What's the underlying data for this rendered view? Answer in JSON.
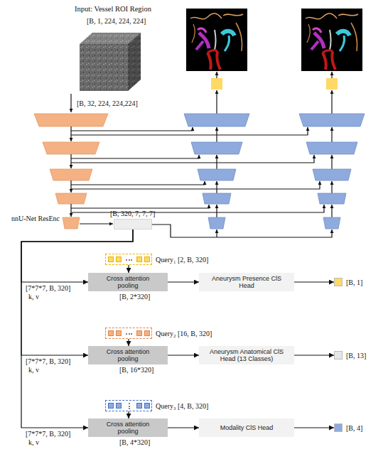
{
  "diagram": {
    "nodes": [
      {
        "text": [
          "[B, 320, 7, 7, 7]"
        ]
      },
      {
        "text": [
          "Query₁ [2, B, 320]"
        ]
      },
      {
        "text": [
          "Cross attention pooling"
        ]
      },
      {
        "text": [
          "Aneurysm Presence ClS Head"
        ]
      },
      {
        "text": [
          "[B, 1]"
        ]
      },
      {
        "text": [
          "Query₂ [16, B, 320]"
        ]
      },
      {
        "text": [
          "Cross attention pooling"
        ]
      },
      {
        "text": [
          "Aneurysm Anatomical ClS Head (13 Classes)"
        ]
      },
      {
        "text": [
          "[B, 13]"
        ]
      },
      {
        "text": [
          "Query₃ [4, B, 320]"
        ]
      },
      {
        "text": [
          "Cross attention pooling"
        ]
      },
      {
        "text": [
          "Modality ClS Head"
        ]
      },
      {
        "text": [
          "[B, 4]"
        ]
      }
    ],
    "edges": [
      {
        "from": 0,
        "to": 2,
        "arrow": "to",
        "label": "[7*7*7, B, 320]"
      },
      {
        "from": 1,
        "to": 2,
        "arrow": "to"
      },
      {
        "from": 2,
        "to": 3,
        "arrow": "to",
        "label": "[B, 2*320]"
      },
      {
        "from": 3,
        "to": 4,
        "arrow": "to"
      },
      {
        "from": 0,
        "to": 6,
        "arrow": "to",
        "label": "[7*7*7, B, 320]"
      },
      {
        "from": 5,
        "to": 6,
        "arrow": "to"
      },
      {
        "from": 6,
        "to": 7,
        "arrow": "to",
        "label": "[B, 16*320]"
      },
      {
        "from": 7,
        "to": 8,
        "arrow": "to"
      },
      {
        "from": 0,
        "to": 10,
        "arrow": "to",
        "label": "[7*7*7, B, 320]"
      },
      {
        "from": 9,
        "to": 10,
        "arrow": "to"
      },
      {
        "from": 10,
        "to": 11,
        "arrow": "to",
        "label": "[B, 4*320]"
      },
      {
        "from": 11,
        "to": 12,
        "arrow": "to"
      }
    ],
    "labels": [
      "Input: Vessel ROI Region",
      "[B, 1, 224, 224, 224]",
      "[B, 32, 224, 224,224]",
      "nnU-Net ResEnc",
      "k, v",
      "k, v",
      "k, v"
    ]
  }
}
